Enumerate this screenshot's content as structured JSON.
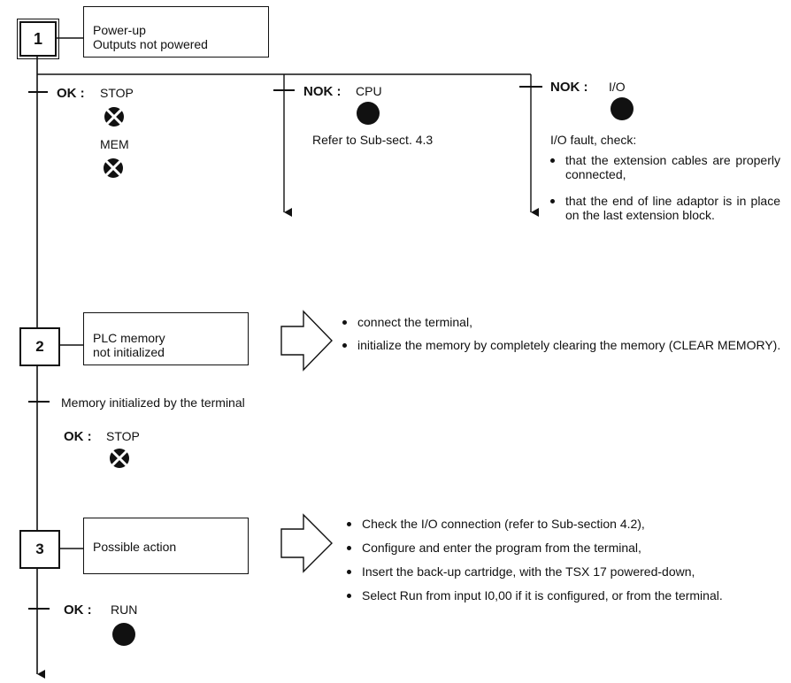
{
  "step1": {
    "number": "1",
    "box_line1": "Power-up",
    "box_line2": "Outputs not powered",
    "ok": {
      "label": "OK :",
      "led1": "STOP",
      "led2": "MEM"
    },
    "nok_cpu": {
      "label": "NOK :",
      "led": "CPU",
      "note": "Refer to Sub-sect. 4.3"
    },
    "nok_io": {
      "label": "NOK :",
      "led": "I/O",
      "heading": "I/O fault, check:",
      "bullets": [
        "that the extension cables are properly connected,",
        "that the end of line adaptor is in place on the last extension block."
      ]
    }
  },
  "step2": {
    "number": "2",
    "box_line1": "PLC memory",
    "box_line2": "not initialized",
    "actions": [
      "connect the terminal,",
      "initialize the memory by completely clearing the memory (CLEAR MEMORY)."
    ],
    "transition": "Memory initialized by the terminal",
    "ok": {
      "label": "OK :",
      "led": "STOP"
    }
  },
  "step3": {
    "number": "3",
    "box_text": "Possible action",
    "actions": [
      "Check the I/O connection (refer to Sub-section 4.2),",
      "Configure and enter the program from the terminal,",
      "Insert the back-up cartridge, with the TSX 17 powered-down,",
      "Select Run from input I0,00 if it is configured, or from the terminal."
    ],
    "ok": {
      "label": "OK :",
      "led": "RUN"
    }
  },
  "led_states": {
    "stop": "blinking",
    "mem": "blinking",
    "cpu": "on",
    "io": "on",
    "run": "on"
  }
}
